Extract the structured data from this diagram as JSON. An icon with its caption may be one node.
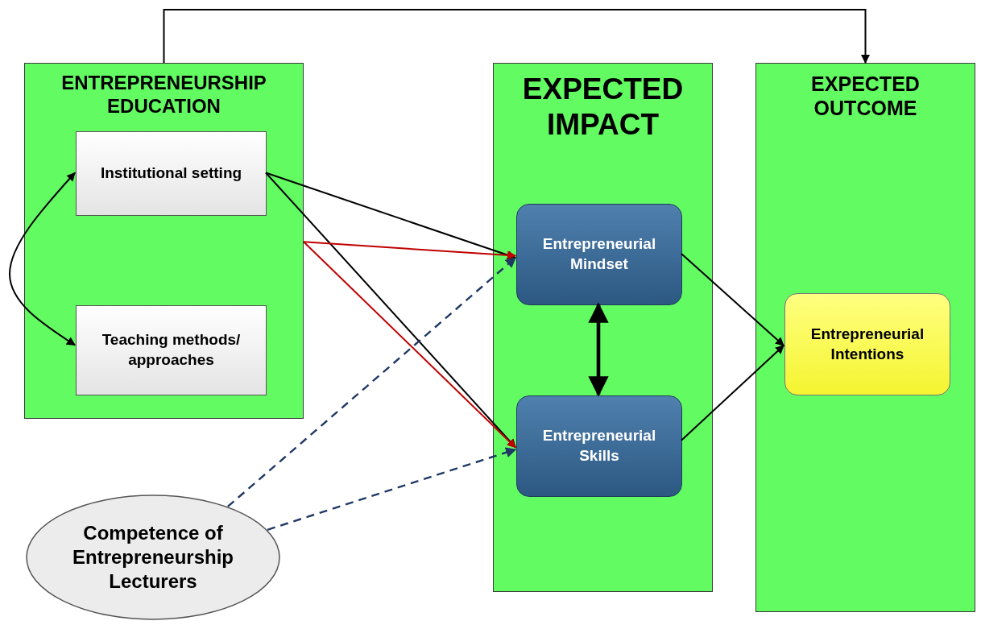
{
  "diagram": {
    "nodes": [
      {
        "text": [
          "ENTREPRENEURSHIP EDUCATION"
        ]
      },
      {
        "text": [
          "Institutional setting"
        ],
        "in": 0
      },
      {
        "text": [
          "Teaching methods/ approaches"
        ],
        "in": 0
      },
      {
        "text": [
          "EXPECTED IMPACT"
        ]
      },
      {
        "text": [
          "Entrepreneurial Mindset"
        ],
        "in": 3
      },
      {
        "text": [
          "Entrepreneurial Skills"
        ],
        "in": 3
      },
      {
        "text": [
          "EXPECTED OUTCOME"
        ]
      },
      {
        "text": [
          "Entrepreneurial Intentions"
        ],
        "in": 6
      },
      {
        "text": [
          "Competence of Entrepreneurship Lecturers"
        ]
      }
    ],
    "edges": [
      {
        "from": 0,
        "to": 6,
        "arrow": "to"
      },
      {
        "from": 1,
        "to": 2,
        "arrow": "both"
      },
      {
        "from": 1,
        "to": 4,
        "arrow": "to"
      },
      {
        "from": 1,
        "to": 5,
        "arrow": "to"
      },
      {
        "from": 0,
        "to": 4,
        "arrow": "to",
        "color": "#c00000"
      },
      {
        "from": 0,
        "to": 5,
        "arrow": "to",
        "color": "#c00000"
      },
      {
        "from": 8,
        "to": 4,
        "arrow": "to",
        "style": "dashed",
        "color": "#1f3864"
      },
      {
        "from": 8,
        "to": 5,
        "arrow": "to",
        "style": "dashed",
        "color": "#1f3864"
      },
      {
        "from": 4,
        "to": 5,
        "arrow": "both",
        "style": "thick"
      },
      {
        "from": 4,
        "to": 7,
        "arrow": "to"
      },
      {
        "from": 5,
        "to": 7,
        "arrow": "to"
      }
    ]
  }
}
